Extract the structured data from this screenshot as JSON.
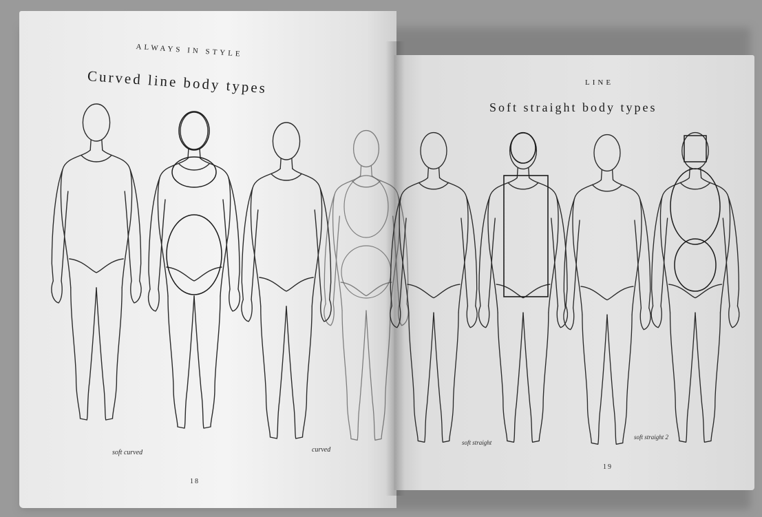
{
  "left_page": {
    "running_head": "ALWAYS IN STYLE",
    "title": "Curved line body types",
    "captions": [
      "soft curved",
      "curved"
    ],
    "page_number": "18"
  },
  "right_page": {
    "running_head": "LINE",
    "title": "Soft straight body types",
    "captions": [
      "soft straight",
      "soft straight 2"
    ],
    "page_number": "19"
  }
}
